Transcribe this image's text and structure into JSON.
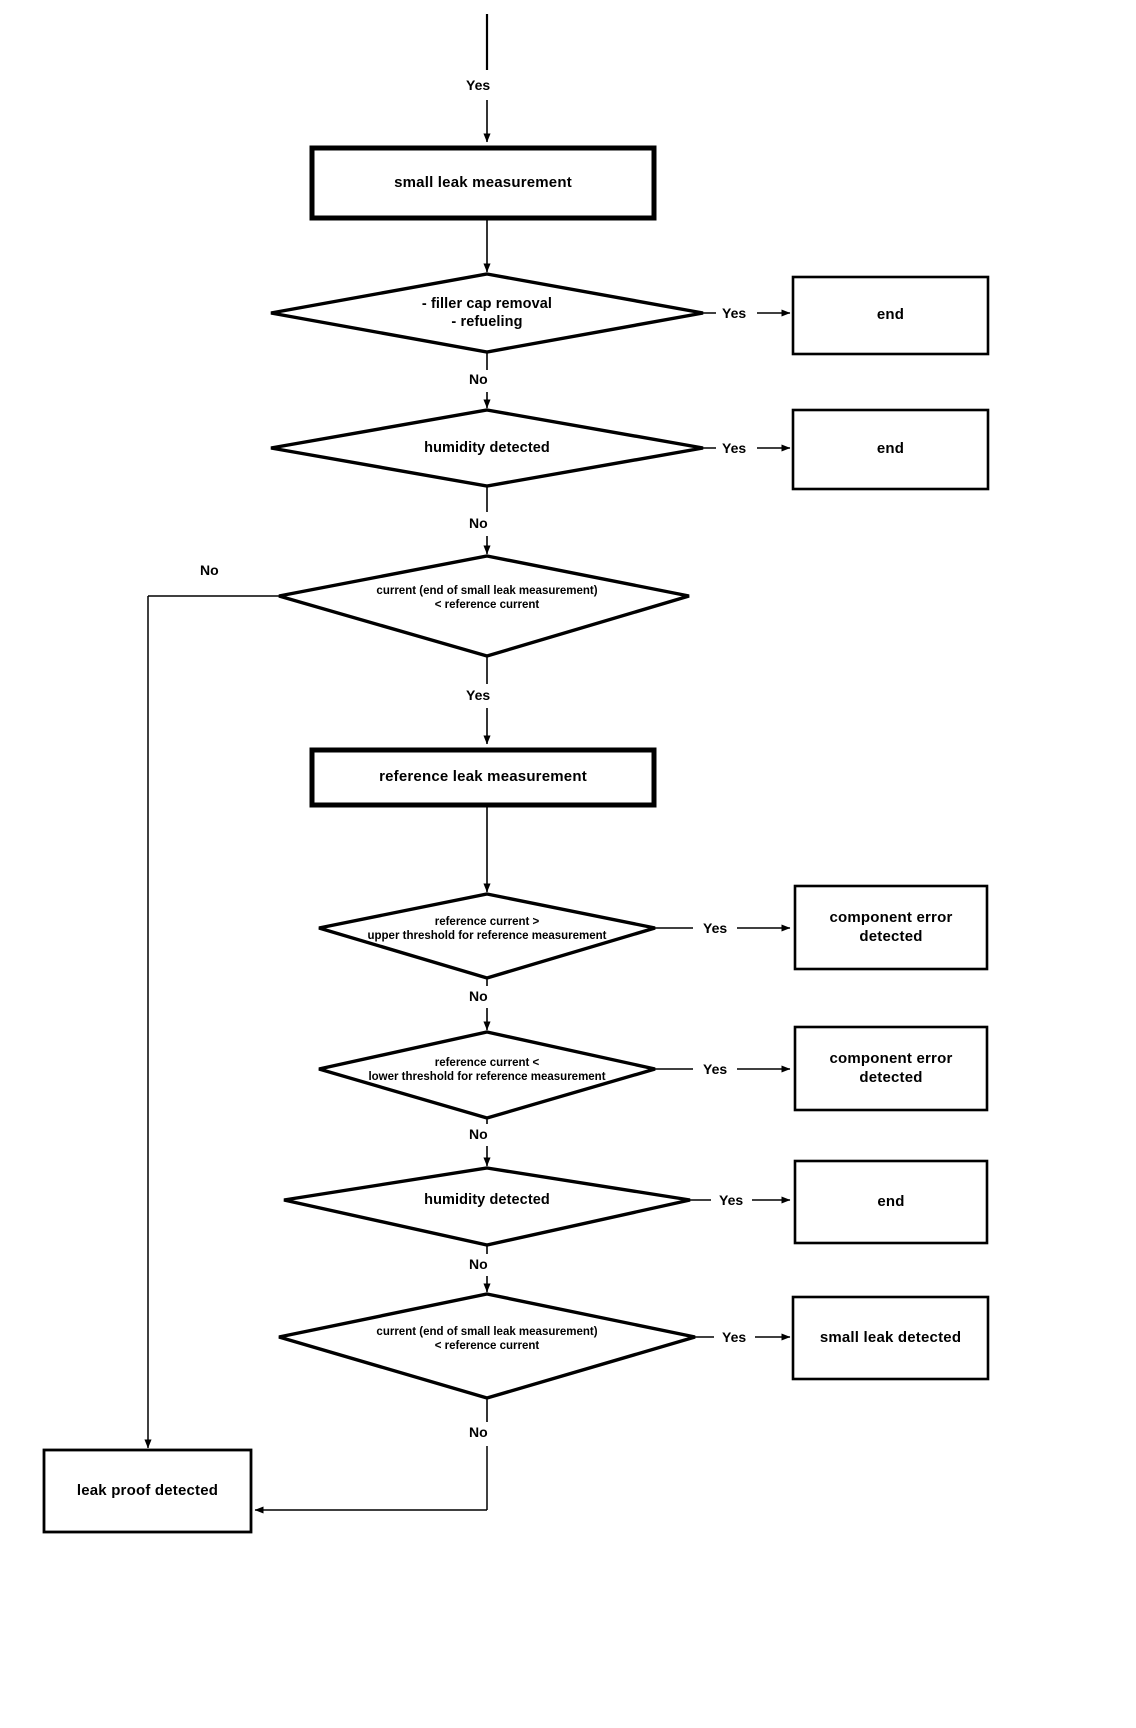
{
  "diagram": {
    "type": "flowchart",
    "title": "small leak / reference leak measurement flowchart",
    "background_color": "#ffffff",
    "line_color": "#000000",
    "text_color": "#000000"
  },
  "nodes": {
    "small_leak_measurement": {
      "label": "small leak measurement",
      "shape": "process",
      "border": "thick"
    },
    "filler_cap_refueling": {
      "label": "- filler cap removal\n- refueling",
      "shape": "decision"
    },
    "end_1": {
      "label": "end",
      "shape": "terminator"
    },
    "humidity_detected_1": {
      "label": "humidity detected",
      "shape": "decision"
    },
    "end_2": {
      "label": "end",
      "shape": "terminator"
    },
    "current_vs_reference_1": {
      "label": "current (end of small leak measurement)\n<  reference current",
      "shape": "decision"
    },
    "reference_leak_measurement": {
      "label": "reference leak measurement",
      "shape": "process",
      "border": "thick"
    },
    "reference_above_upper": {
      "label": "reference current  >\nupper threshold for reference measurement",
      "shape": "decision"
    },
    "component_error_1": {
      "label": "component error\ndetected",
      "shape": "terminator"
    },
    "reference_below_lower": {
      "label": "reference current  <\nlower threshold for reference measurement",
      "shape": "decision"
    },
    "component_error_2": {
      "label": "component error\ndetected",
      "shape": "terminator"
    },
    "humidity_detected_2": {
      "label": "humidity detected",
      "shape": "decision"
    },
    "end_3": {
      "label": "end",
      "shape": "terminator"
    },
    "current_vs_reference_2": {
      "label": "current (end of small leak measurement)\n<  reference current",
      "shape": "decision"
    },
    "small_leak_detected": {
      "label": "small leak detected",
      "shape": "terminator"
    },
    "leak_proof_detected": {
      "label": "leak proof detected",
      "shape": "terminator"
    }
  },
  "edge_labels": {
    "entry_yes": "Yes",
    "filler_cap_yes": "Yes",
    "filler_cap_no": "No",
    "humidity1_yes": "Yes",
    "humidity1_no": "No",
    "current1_no": "No",
    "current1_yes": "Yes",
    "upper_yes": "Yes",
    "upper_no": "No",
    "lower_yes": "Yes",
    "lower_no": "No",
    "humidity2_yes": "Yes",
    "humidity2_no": "No",
    "current2_yes": "Yes",
    "current2_no": "No"
  }
}
